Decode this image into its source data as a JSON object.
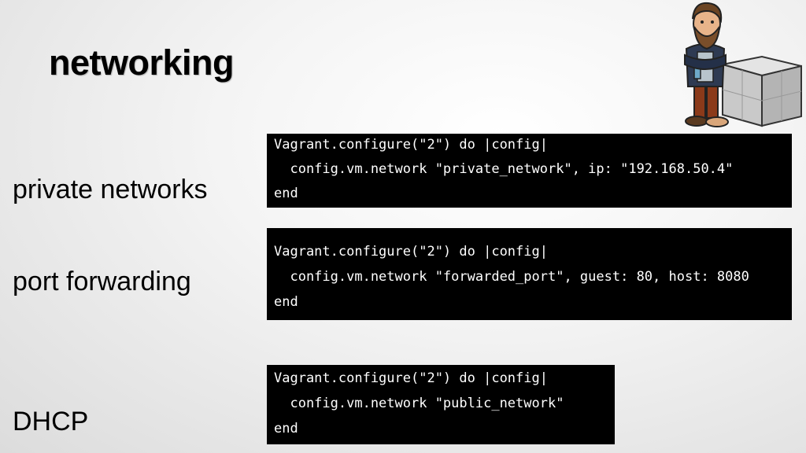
{
  "slide": {
    "title": "networking",
    "mascot_icon": "vagrant-mascot-icon"
  },
  "sections": [
    {
      "label": "private networks",
      "code": [
        "Vagrant.configure(\"2\") do |config|",
        "  config.vm.network \"private_network\", ip: \"192.168.50.4\"",
        "end"
      ]
    },
    {
      "label": "port forwarding",
      "code": [
        "Vagrant.configure(\"2\") do |config|",
        "  config.vm.network \"forwarded_port\", guest: 80, host: 8080",
        "end"
      ]
    },
    {
      "label": "DHCP",
      "code": [
        "Vagrant.configure(\"2\") do |config|",
        "  config.vm.network \"public_network\"",
        "end"
      ]
    }
  ],
  "colors": {
    "code_background": "#000000",
    "code_text": "#ffffff",
    "title_text": "#000000"
  }
}
